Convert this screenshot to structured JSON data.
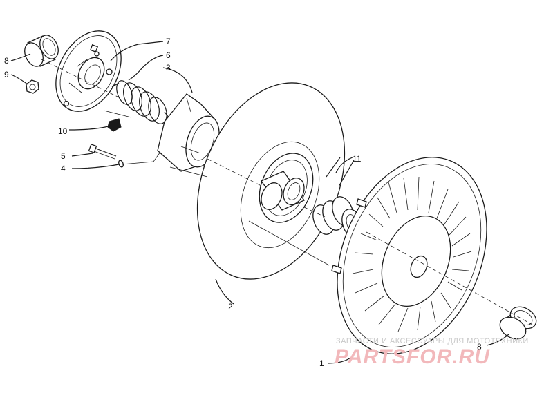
{
  "callouts": [
    {
      "id": "c8a",
      "text": "8"
    },
    {
      "id": "c9",
      "text": "9"
    },
    {
      "id": "c10",
      "text": "10"
    },
    {
      "id": "c7",
      "text": "7"
    },
    {
      "id": "c6",
      "text": "6"
    },
    {
      "id": "c3",
      "text": "3"
    },
    {
      "id": "c5",
      "text": "5"
    },
    {
      "id": "c4",
      "text": "4"
    },
    {
      "id": "c11",
      "text": "11"
    },
    {
      "id": "c2",
      "text": "2"
    },
    {
      "id": "c8b",
      "text": "8"
    },
    {
      "id": "c1",
      "text": "1"
    }
  ],
  "watermark": {
    "caption": "ЗАПЧАСТИ И АКСЕССУАРЫ ДЛЯ МОТОТЕХНИКИ",
    "logo": "PARTSFOR.RU"
  },
  "colors": {
    "ink": "#1a1a1a",
    "watermark_text": "#c8c8c8",
    "watermark_logo": "#f2b8bb"
  }
}
